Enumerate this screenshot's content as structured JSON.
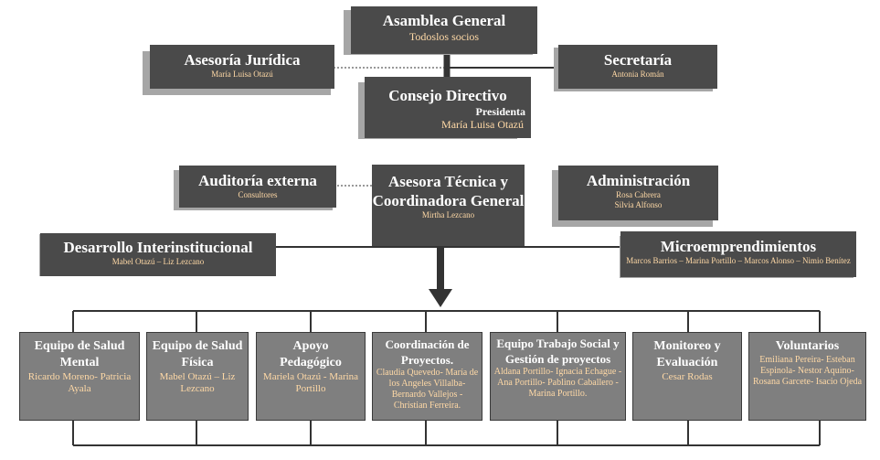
{
  "top": {
    "asamblea": {
      "title": "Asamblea General",
      "sub": "Todoslos socios"
    },
    "asesoria": {
      "title": "Asesoría Jurídica",
      "sub": "María Luisa Otazú"
    },
    "secretaria": {
      "title": "Secretaría",
      "sub": "Antonia Román"
    },
    "consejo": {
      "title": "Consejo Directivo",
      "role": "Presidenta",
      "sub": "María Luisa Otazú"
    }
  },
  "middle": {
    "auditoria": {
      "title": "Auditoría externa",
      "sub": "Consultores"
    },
    "asesora": {
      "title": "Asesora Técnica y Coordinadora General",
      "sub": "Mirtha Lezcano"
    },
    "administracion": {
      "title": "Administración",
      "sub": "Rosa Cabrera Silvia Alfonso"
    },
    "desarrollo": {
      "title": "Desarrollo Interinstitucional",
      "sub": "Mabel Otazú – Liz Lezcano"
    },
    "micro": {
      "title": "Microemprendimientos",
      "sub": "Marcos Barrios – Marina Portillo – Marcos Alonso – Nimio Benítez"
    }
  },
  "teams": [
    {
      "title": "Equipo de Salud Mental",
      "sub": "Ricardo Moreno- Patricia Ayala"
    },
    {
      "title": "Equipo de Salud Física",
      "sub": "Mabel Otazú – Liz Lezcano"
    },
    {
      "title": "Apoyo Pedagógico",
      "sub": "Mariela Otazú - Marina Portillo"
    },
    {
      "title": "Coordinación de Proyectos.",
      "sub": "Claudia Quevedo- María de los Angeles Villalba- Bernardo Vallejos - Christian Ferreira."
    },
    {
      "title": "Equipo Trabajo Social y Gestión de proyectos",
      "sub": "Aldana Portillo- Ignacia Echague - Ana Portillo- Pablino Caballero - Marina Portillo."
    },
    {
      "title": "Monitoreo y Evaluación",
      "sub": "Cesar Rodas"
    },
    {
      "title": "Voluntarios",
      "sub": "Emiliana Pereira- Esteban Espinola- Nestor Aquino- Rosana Garcete- Isacio Ojeda"
    }
  ]
}
